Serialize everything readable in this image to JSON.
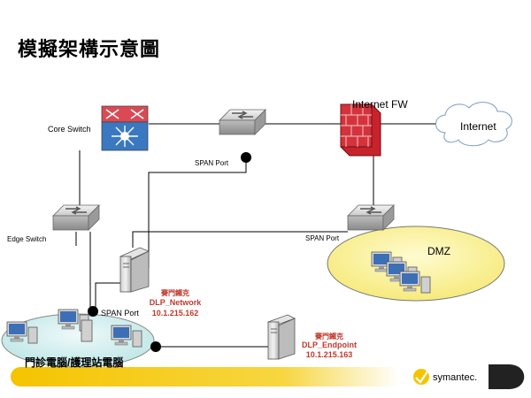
{
  "title": "模擬架構示意圖",
  "labels": {
    "core_switch": "Core Switch",
    "internet_fw": "Internet FW",
    "internet": "Internet",
    "edge_switch": "Edge Switch",
    "dmz": "DMZ",
    "span_port_top": "SPAN Port",
    "span_port_dmz": "SPAN Port",
    "span_port_bottom": "SPAN Port",
    "clients": "門診電腦/護理站電腦"
  },
  "servers": {
    "network": {
      "line1": "賽門鐵克",
      "line2": "DLP_Network",
      "ip": "10.1.215.162"
    },
    "endpoint": {
      "line1": "賽門鐵克",
      "line2": "DLP_Endpoint",
      "ip": "10.1.215.163"
    }
  },
  "footer": {
    "brand": "symantec.",
    "accent_color": "#f5c400",
    "label_color": "#c0392b"
  }
}
